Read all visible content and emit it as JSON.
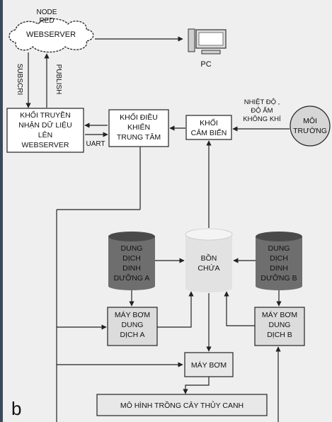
{
  "nodes": {
    "node_red": [
      "NODE",
      "RED"
    ],
    "webserver": "WEBSERVER",
    "pc": "PC",
    "subscribe": "SUBSCRI",
    "publish": "PUBLISH",
    "khoi_truyen": [
      "KHỐI TRUYỀN",
      "NHẬN DỮ LIỆU",
      "LÊN",
      "WEBSERVER"
    ],
    "uart": "UART",
    "khoi_dieu_khien": [
      "KHỐI ĐIỀU",
      "KHIỂN",
      "TRUNG TÂM"
    ],
    "khoi_cam_bien": [
      "KHỐI",
      "CẢM BIẾN"
    ],
    "nhiet_do": [
      "NHIỆT ĐỘ ,",
      "ĐỘ ẨM",
      "KHÔNG KHÍ"
    ],
    "moi_truong": [
      "MÔI",
      "TRƯỜNG"
    ],
    "dung_dich_a": [
      "DUNG",
      "DỊCH",
      "DINH",
      "DƯỠNG A"
    ],
    "bon_chua": [
      "BỒN",
      "CHỨA"
    ],
    "dung_dich_b": [
      "DUNG",
      "DỊCH",
      "DINH",
      "DƯỠNG B"
    ],
    "may_bom_a": [
      "MÁY BƠM",
      "DUNG",
      "DỊCH A"
    ],
    "may_bom_b": [
      "MÁY BƠM",
      "DUNG",
      "DỊCH B"
    ],
    "may_bom": "MÁY BƠM",
    "mo_hinh": "MÔ HÌNH TRỒNG CÂY THỦY CANH"
  },
  "panel_label": "b",
  "colors": {
    "background": "#efefef",
    "box_fill": "#ffffff",
    "dark_cylinder": "#6e6e6e",
    "light_cylinder": "#e2e2e2",
    "grey_box": "#dcdcdc",
    "circle_fill": "#d6d6d6",
    "line": "#222222",
    "left_edge": "#3b4a5a"
  }
}
